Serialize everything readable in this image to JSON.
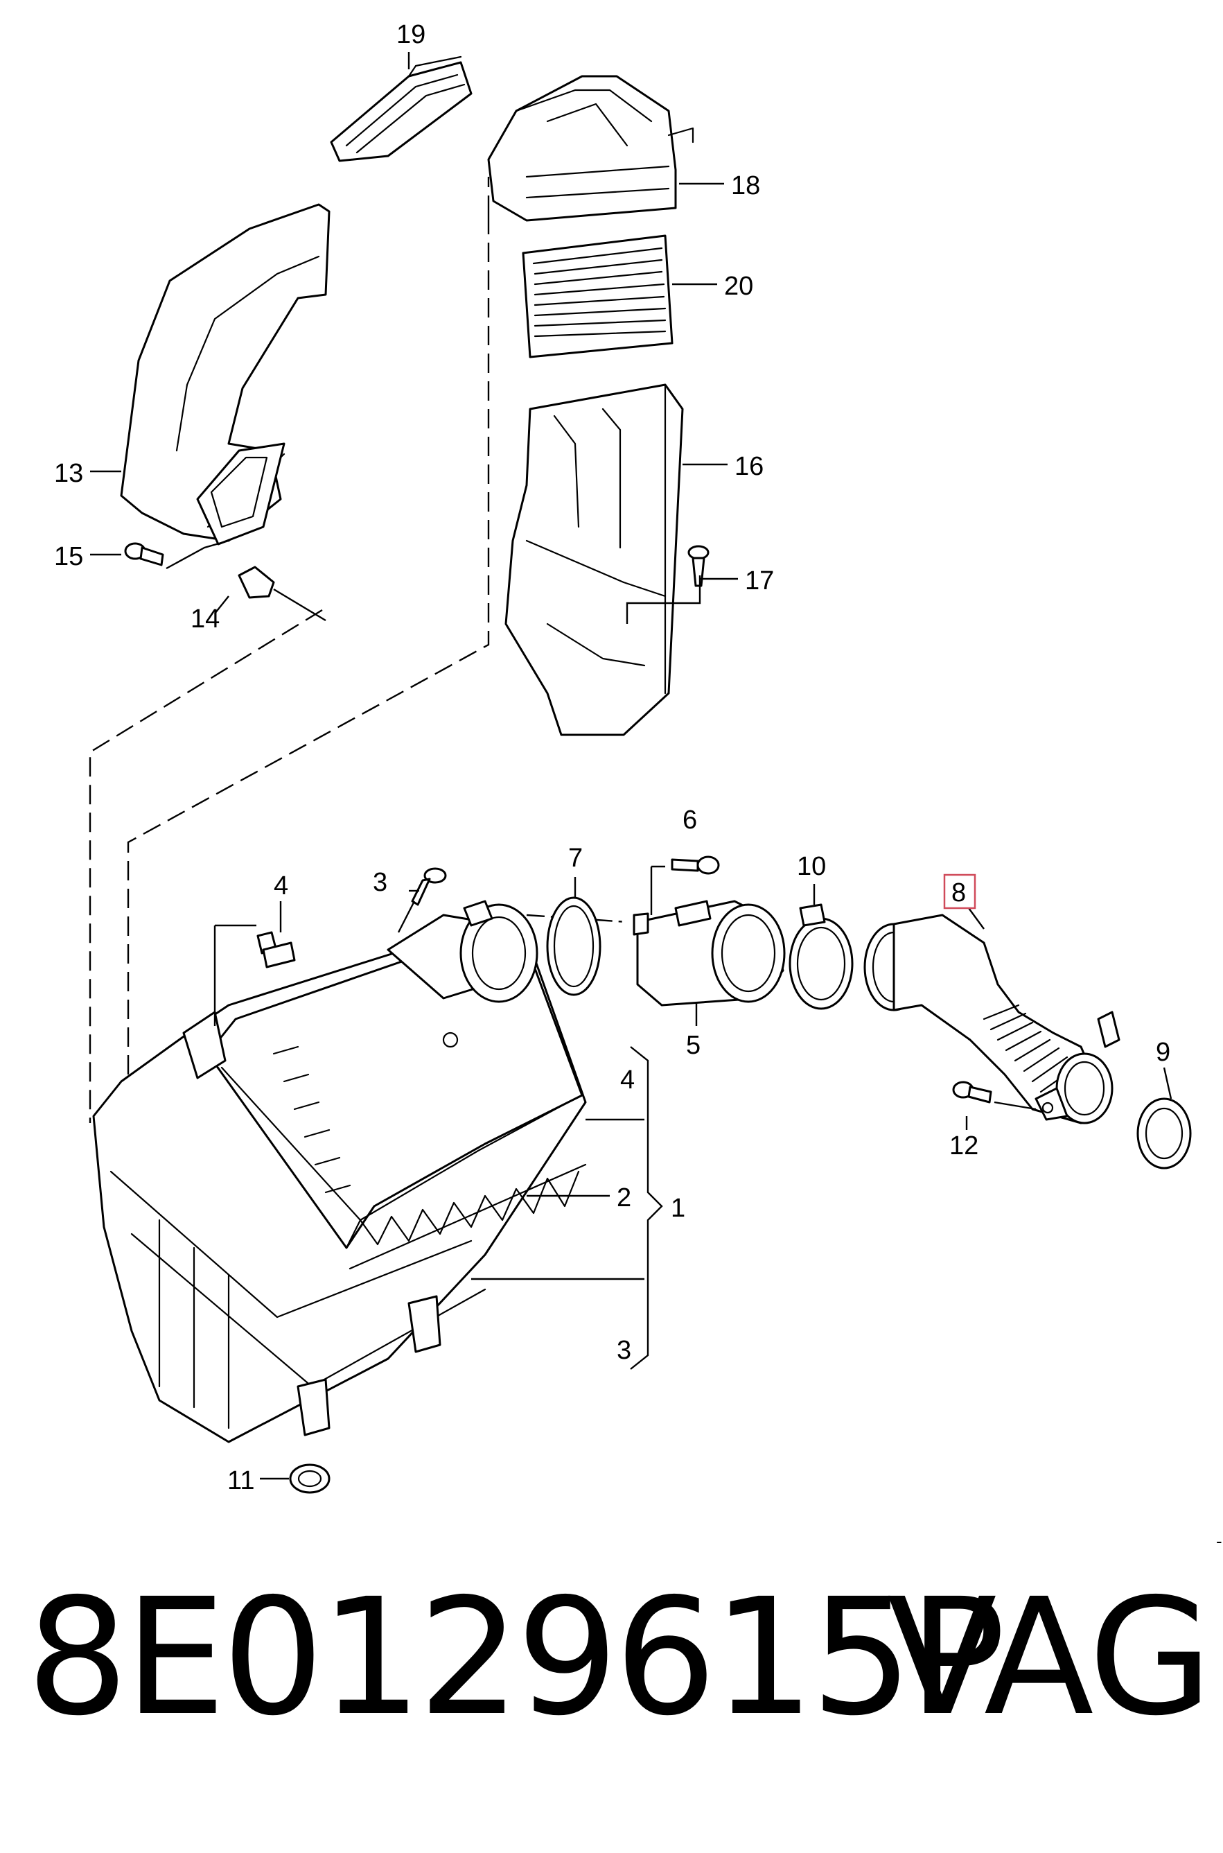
{
  "callouts": {
    "p1": "1",
    "p2": "2",
    "p3": "3",
    "p3b": "3",
    "p4": "4",
    "p4b": "4",
    "p5": "5",
    "p6": "6",
    "p7": "7",
    "p8": "8",
    "p9": "9",
    "p10": "10",
    "p11": "11",
    "p12": "12",
    "p13": "13",
    "p14": "14",
    "p15": "15",
    "p16": "16",
    "p17": "17",
    "p18": "18",
    "p19": "19",
    "p20": "20"
  },
  "highlighted_callout": "8",
  "footer": {
    "part_number": "8E0129615P",
    "brand": "VAG",
    "stray_mark": "-"
  },
  "colors": {
    "line": "#000000",
    "highlight_box": "#d04a5a",
    "background": "#ffffff"
  }
}
